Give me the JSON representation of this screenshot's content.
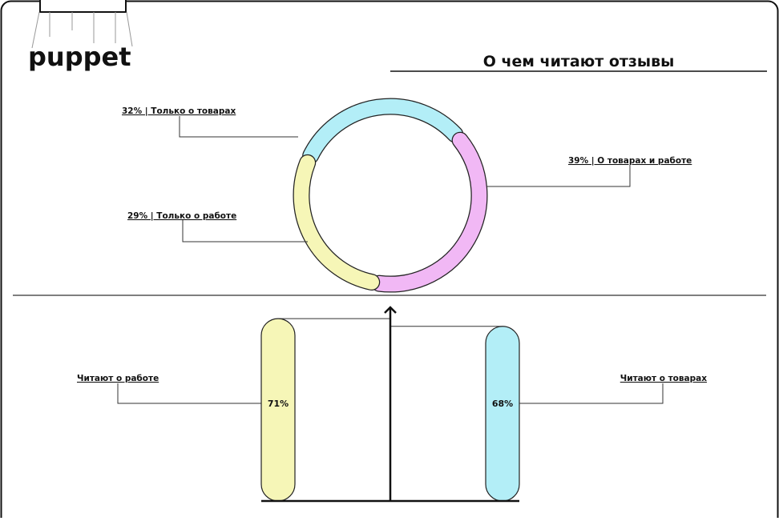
{
  "logo": {
    "text": "puppet"
  },
  "chart_data": [
    {
      "type": "pie",
      "title": "О чем читают отзывы",
      "slices": [
        {
          "label": "Только о товарах",
          "value": 32,
          "display": "32% | Только о товарах",
          "color": "#b3eef7"
        },
        {
          "label": "О товарах и работе",
          "value": 39,
          "display": "39% | О товарах и работе",
          "color": "#f1b8f5"
        },
        {
          "label": "Только о работе",
          "value": 29,
          "display": "29% | Только о работе",
          "color": "#f6f6b7"
        }
      ]
    },
    {
      "type": "bar",
      "categories": [
        "Читают о работе",
        "Читают о товарах"
      ],
      "values": [
        71,
        68
      ],
      "value_labels": [
        "71%",
        "68%"
      ],
      "colors": [
        "#f6f6b7",
        "#b3eef7"
      ],
      "ylim": [
        0,
        100
      ]
    }
  ]
}
